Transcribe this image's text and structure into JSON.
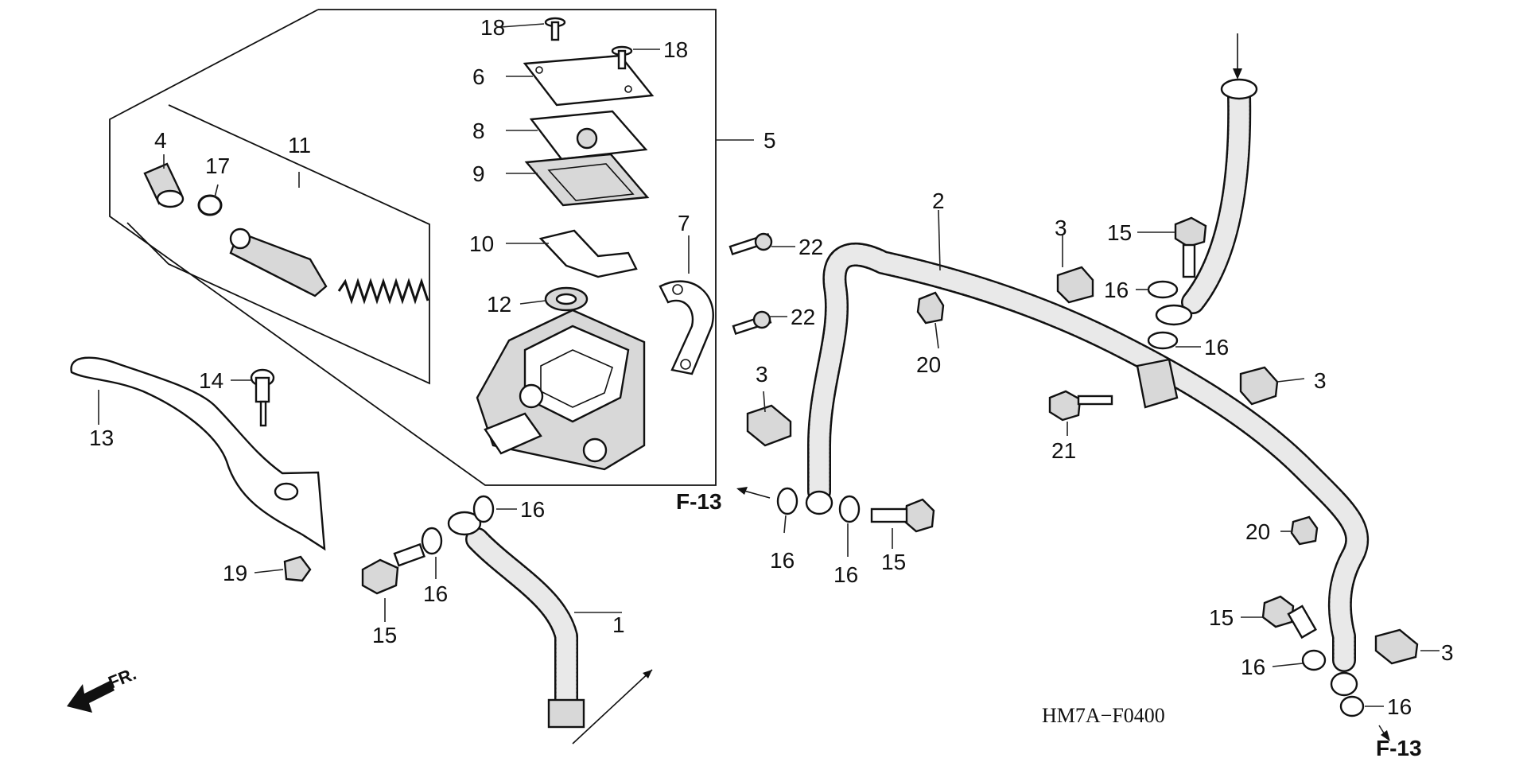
{
  "diagram": {
    "code": "HM7A−F0400",
    "front_label": "FR.",
    "refs": [
      "F-13",
      "F-13"
    ],
    "callouts": {
      "c1": "1",
      "c2": "2",
      "c3a": "3",
      "c3b": "3",
      "c3c": "3",
      "c3d": "3",
      "c4": "4",
      "c5": "5",
      "c6": "6",
      "c7": "7",
      "c8": "8",
      "c9": "9",
      "c10": "10",
      "c11": "11",
      "c12": "12",
      "c13": "13",
      "c14": "14",
      "c15a": "15",
      "c15b": "15",
      "c15c": "15",
      "c15d": "15",
      "c16a": "16",
      "c16b": "16",
      "c16c": "16",
      "c16d": "16",
      "c16e": "16",
      "c16f": "16",
      "c16g": "16",
      "c16h": "16",
      "c17": "17",
      "c18a": "18",
      "c18b": "18",
      "c19": "19",
      "c20a": "20",
      "c20b": "20",
      "c21": "21",
      "c22a": "22",
      "c22b": "22"
    },
    "icons": {
      "front_arrow": "arrow-front-icon",
      "flow_arrow": "arrow-icon"
    }
  }
}
